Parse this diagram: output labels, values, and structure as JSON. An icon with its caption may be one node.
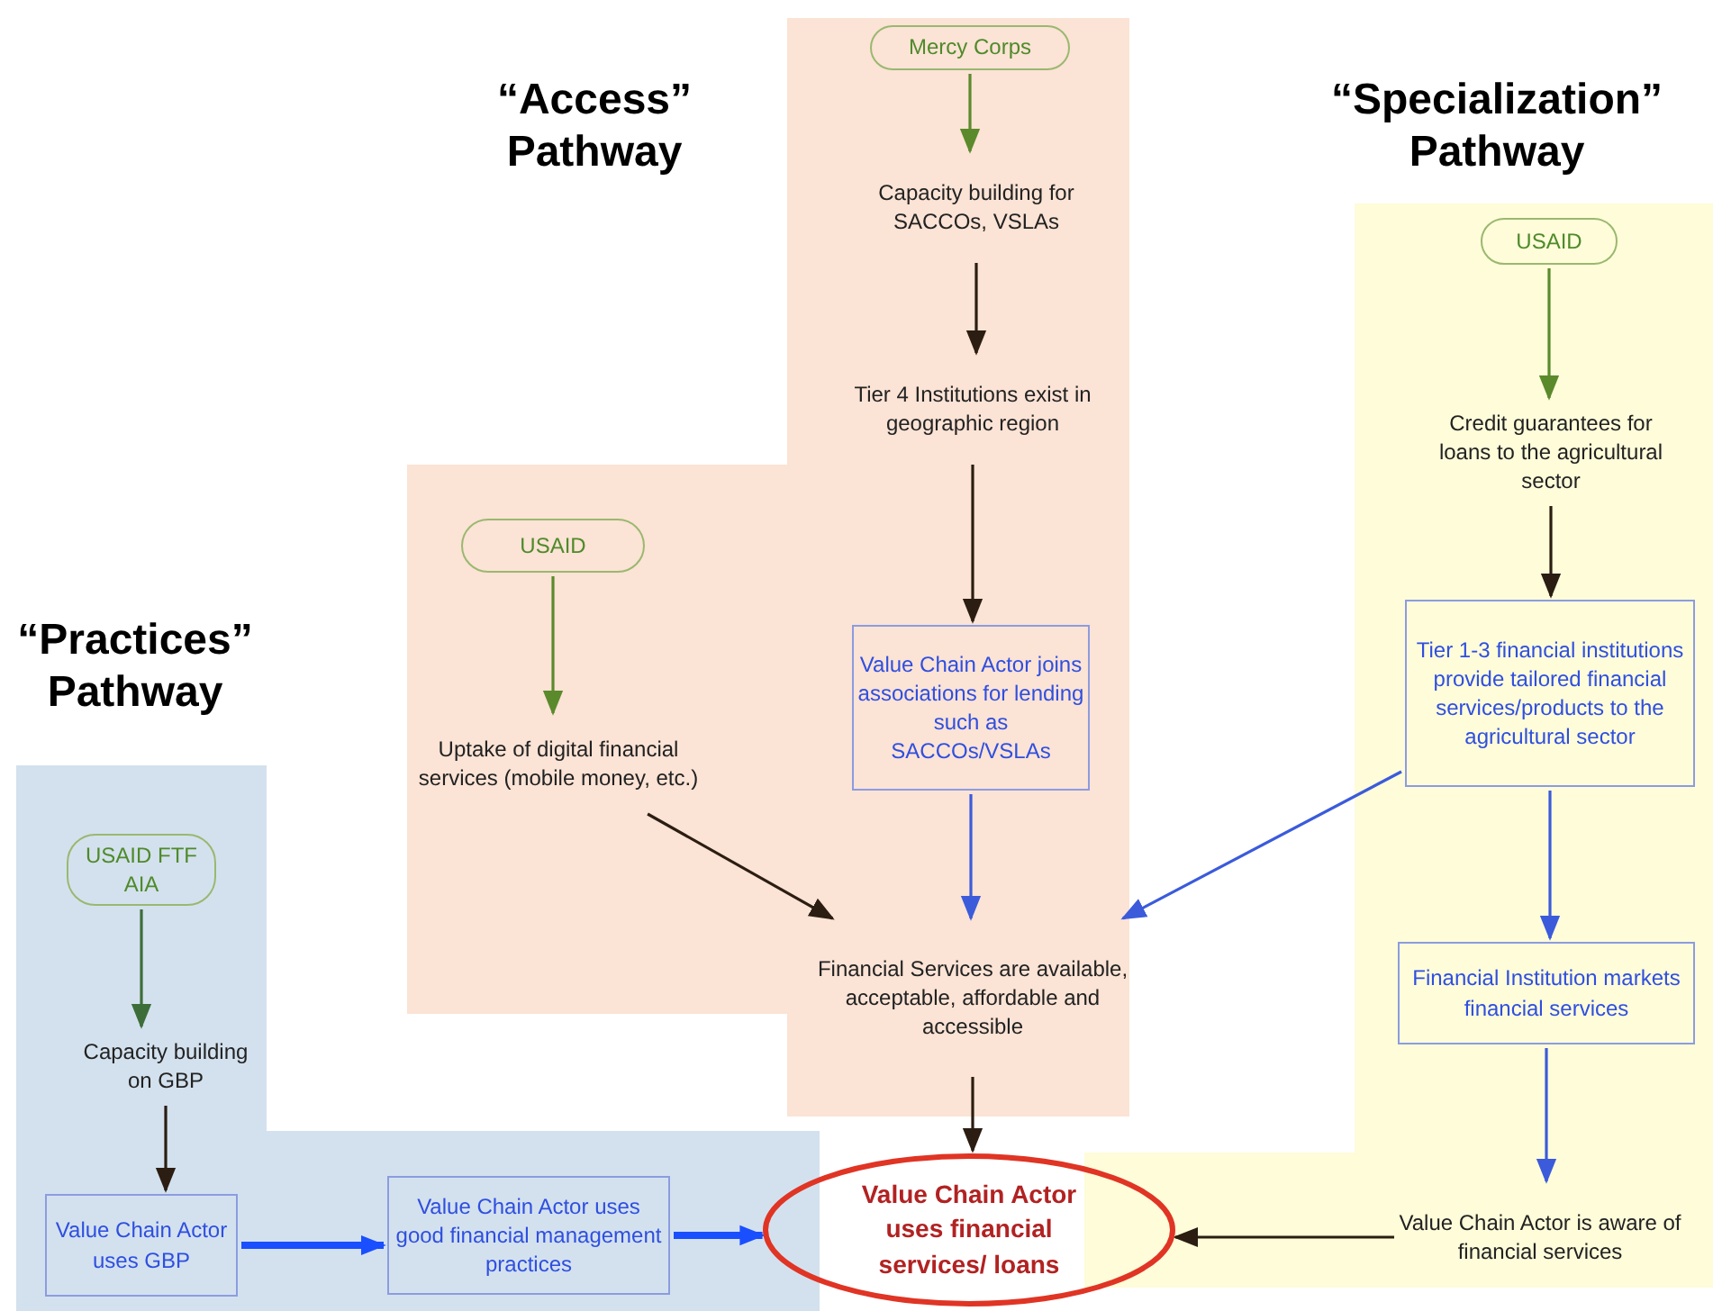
{
  "diagram": {
    "nodes": [
      {
        "text": [
          "Mercy Corps"
        ]
      },
      {
        "text": [
          "Capacity building for SACCOs, VSLAs"
        ]
      },
      {
        "text": [
          "Tier 4 Institutions exist in geographic region"
        ]
      },
      {
        "text": [
          "Value Chain Actor joins associations for lending such as SACCOs/VSLAs"
        ]
      },
      {
        "text": [
          "USAID"
        ]
      },
      {
        "text": [
          "Uptake of digital financial services (mobile money, etc.)"
        ]
      },
      {
        "text": [
          "Financial Services are available, acceptable, affordable and accessible"
        ]
      },
      {
        "text": [
          "USAID"
        ]
      },
      {
        "text": [
          "Credit guarantees for loans to the agricultural sector"
        ]
      },
      {
        "text": [
          "Tier 1-3 financial institutions provide tailored financial services/products to the agricultural sector"
        ]
      },
      {
        "text": [
          "Financial Institution markets financial services"
        ]
      },
      {
        "text": [
          "Value Chain Actor is aware of financial services"
        ]
      },
      {
        "text": [
          "USAID FTF AIA"
        ]
      },
      {
        "text": [
          "Capacity building on GBP"
        ]
      },
      {
        "text": [
          "Value Chain Actor uses GBP"
        ]
      },
      {
        "text": [
          "Value Chain Actor uses good financial management practices"
        ]
      },
      {
        "text": [
          "Value Chain Actor uses financial services/ loans"
        ]
      }
    ],
    "edges": [
      {
        "from": 0,
        "to": 1,
        "arrow": "to",
        "color": "#5b8a2c"
      },
      {
        "from": 1,
        "to": 2,
        "arrow": "to"
      },
      {
        "from": 2,
        "to": 3,
        "arrow": "to"
      },
      {
        "from": 3,
        "to": 6,
        "arrow": "to",
        "color": "#3b5bdb"
      },
      {
        "from": 4,
        "to": 5,
        "arrow": "to",
        "color": "#5b8a2c"
      },
      {
        "from": 5,
        "to": 6,
        "arrow": "to"
      },
      {
        "from": 7,
        "to": 8,
        "arrow": "to",
        "color": "#5b8a2c"
      },
      {
        "from": 8,
        "to": 9,
        "arrow": "to"
      },
      {
        "from": 9,
        "to": 6,
        "arrow": "to",
        "color": "#3b5bdb"
      },
      {
        "from": 9,
        "to": 10,
        "arrow": "to",
        "color": "#3b5bdb"
      },
      {
        "from": 10,
        "to": 11,
        "arrow": "to",
        "color": "#3b5bdb"
      },
      {
        "from": 11,
        "to": 16,
        "arrow": "to"
      },
      {
        "from": 12,
        "to": 13,
        "arrow": "to",
        "color": "#3d6e3a"
      },
      {
        "from": 13,
        "to": 14,
        "arrow": "to"
      },
      {
        "from": 14,
        "to": 15,
        "arrow": "to",
        "style": "thick",
        "color": "#1a4fff"
      },
      {
        "from": 15,
        "to": 16,
        "arrow": "to",
        "style": "thick",
        "color": "#1a4fff"
      },
      {
        "from": 6,
        "to": 16,
        "arrow": "to"
      }
    ],
    "labels": [
      "“Access” Pathway",
      "“Specialization” Pathway",
      "“Practices” Pathway"
    ]
  }
}
